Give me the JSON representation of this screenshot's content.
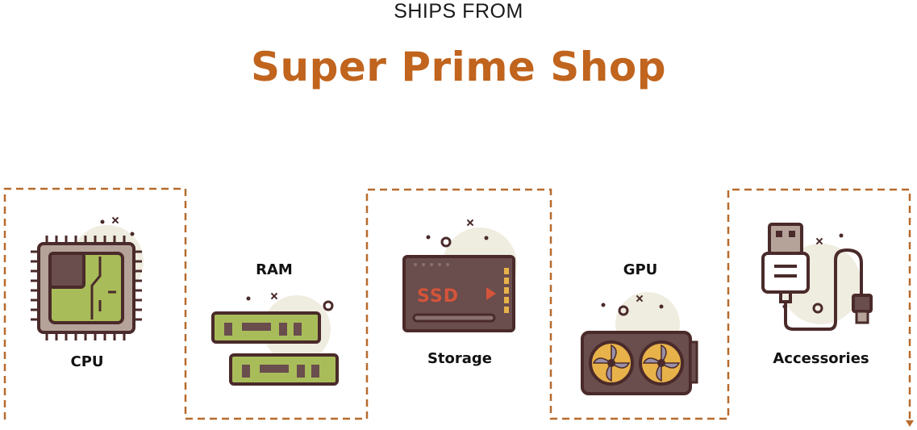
{
  "header": {
    "kicker": "SHIPS FROM",
    "shop_name": "Super Prime Shop"
  },
  "categories": [
    {
      "id": "cpu",
      "label": "CPU",
      "icon": "cpu-chip-icon"
    },
    {
      "id": "ram",
      "label": "RAM",
      "icon": "ram-modules-icon"
    },
    {
      "id": "storage",
      "label": "Storage",
      "icon": "ssd-drive-icon"
    },
    {
      "id": "gpu",
      "label": "GPU",
      "icon": "graphics-card-icon"
    },
    {
      "id": "accessories",
      "label": "Accessories",
      "icon": "usb-cable-icon"
    }
  ],
  "colors": {
    "brand": "#c0641e",
    "dash": "#b86a2c",
    "outline": "#4a2a2a",
    "green": "#a9bc5a",
    "cream": "#efece0",
    "amber": "#e8b24a",
    "red": "#d4543a"
  }
}
